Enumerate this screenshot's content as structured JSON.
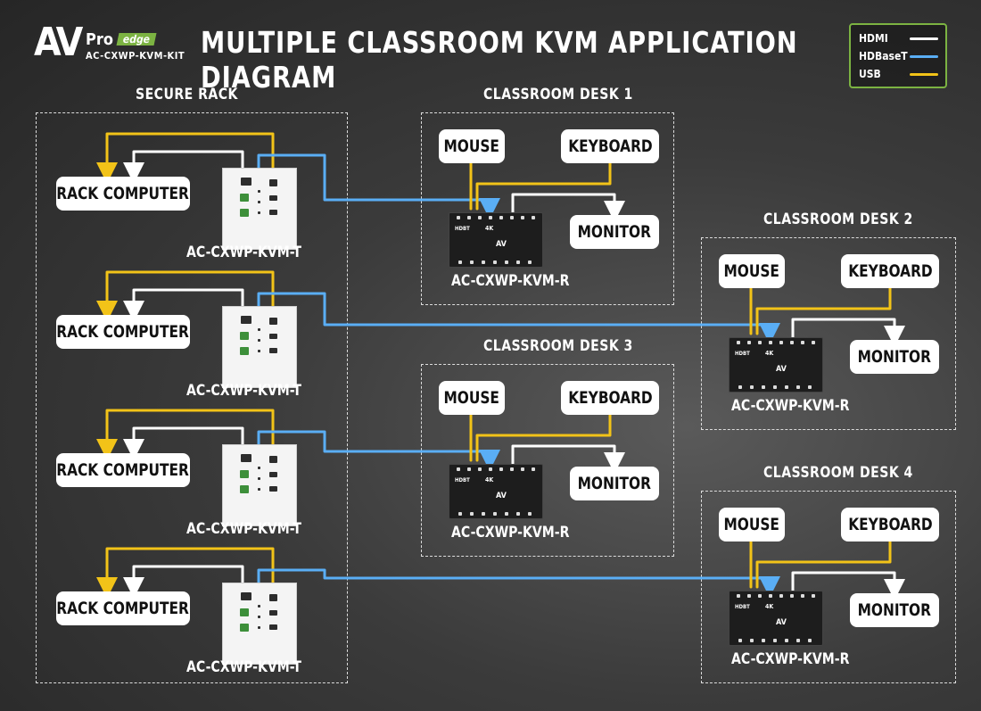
{
  "header": {
    "logo_av": "AV",
    "logo_pro": "Pro",
    "logo_edge": "edge",
    "kit": "AC-CXWP-KVM-KIT",
    "title": "MULTIPLE CLASSROOM KVM APPLICATION DIAGRAM"
  },
  "legend": {
    "items": [
      {
        "label": "HDMI",
        "color": "#ffffff"
      },
      {
        "label": "HDBaseT",
        "color": "#5aaef5"
      },
      {
        "label": "USB",
        "color": "#f2c318"
      }
    ],
    "border_color": "#7cb342"
  },
  "rack": {
    "label": "SECURE RACK",
    "computer_label": "RACK COMPUTER",
    "transmitter_label": "AC-CXWP-KVM-T"
  },
  "desks": [
    {
      "label": "CLASSROOM DESK 1",
      "mouse": "MOUSE",
      "keyboard": "KEYBOARD",
      "monitor": "MONITOR",
      "receiver": "AC-CXWP-KVM-R"
    },
    {
      "label": "CLASSROOM DESK 2",
      "mouse": "MOUSE",
      "keyboard": "KEYBOARD",
      "monitor": "MONITOR",
      "receiver": "AC-CXWP-KVM-R"
    },
    {
      "label": "CLASSROOM DESK 3",
      "mouse": "MOUSE",
      "keyboard": "KEYBOARD",
      "monitor": "MONITOR",
      "receiver": "AC-CXWP-KVM-R"
    },
    {
      "label": "CLASSROOM DESK 4",
      "mouse": "MOUSE",
      "keyboard": "KEYBOARD",
      "monitor": "MONITOR",
      "receiver": "AC-CXWP-KVM-R"
    }
  ],
  "device_labels": {
    "hdbaset_badge": "HDBT",
    "four_k": "4K"
  }
}
